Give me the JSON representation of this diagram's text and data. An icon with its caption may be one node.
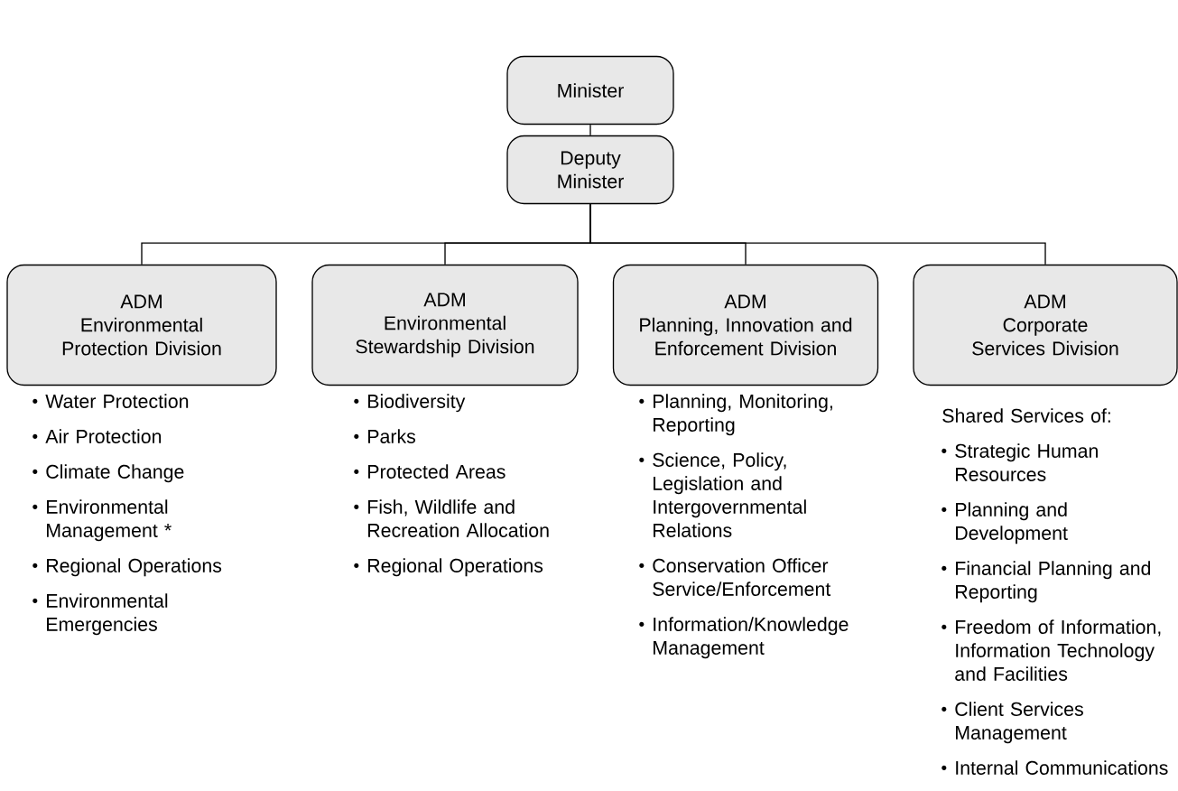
{
  "diagram": {
    "nodes": [
      {
        "text": [
          "Minister"
        ]
      },
      {
        "text": [
          "Deputy Minister"
        ]
      },
      {
        "text": [
          "ADM",
          "Environmental Protection Division"
        ],
        "beside": [
          "Water Protection",
          "Air Protection",
          "Climate Change",
          "Environmental Management *",
          "Regional Operations",
          "Environmental Emergencies"
        ]
      },
      {
        "text": [
          "ADM",
          "Environmental Stewardship Division"
        ],
        "beside": [
          "Biodiversity",
          "Parks",
          "Protected Areas",
          "Fish, Wildlife and Recreation Allocation",
          "Regional Operations"
        ]
      },
      {
        "text": [
          "ADM",
          "Planning, Innovation and Enforcement Division"
        ],
        "beside": [
          "Planning, Monitoring, Reporting",
          "Science, Policy, Legislation and Intergovernmental Relations",
          "Conservation Officer Service/Enforcement",
          "Information/Knowledge Management"
        ]
      },
      {
        "text": [
          "ADM",
          "Corporate Services Division"
        ],
        "beside": [
          "Shared Services of:",
          "Strategic Human Resources",
          "Planning and Development",
          "Financial Planning and Reporting",
          "Freedom of Information, Information Technology and Facilities",
          "Client Services Management",
          "Internal Communications"
        ]
      }
    ],
    "edges": [
      {
        "from": 0,
        "to": 1,
        "arrow": "none"
      },
      {
        "from": 1,
        "to": 2,
        "arrow": "none"
      },
      {
        "from": 1,
        "to": 3,
        "arrow": "none"
      },
      {
        "from": 1,
        "to": 4,
        "arrow": "none"
      },
      {
        "from": 1,
        "to": 5,
        "arrow": "none"
      }
    ]
  }
}
